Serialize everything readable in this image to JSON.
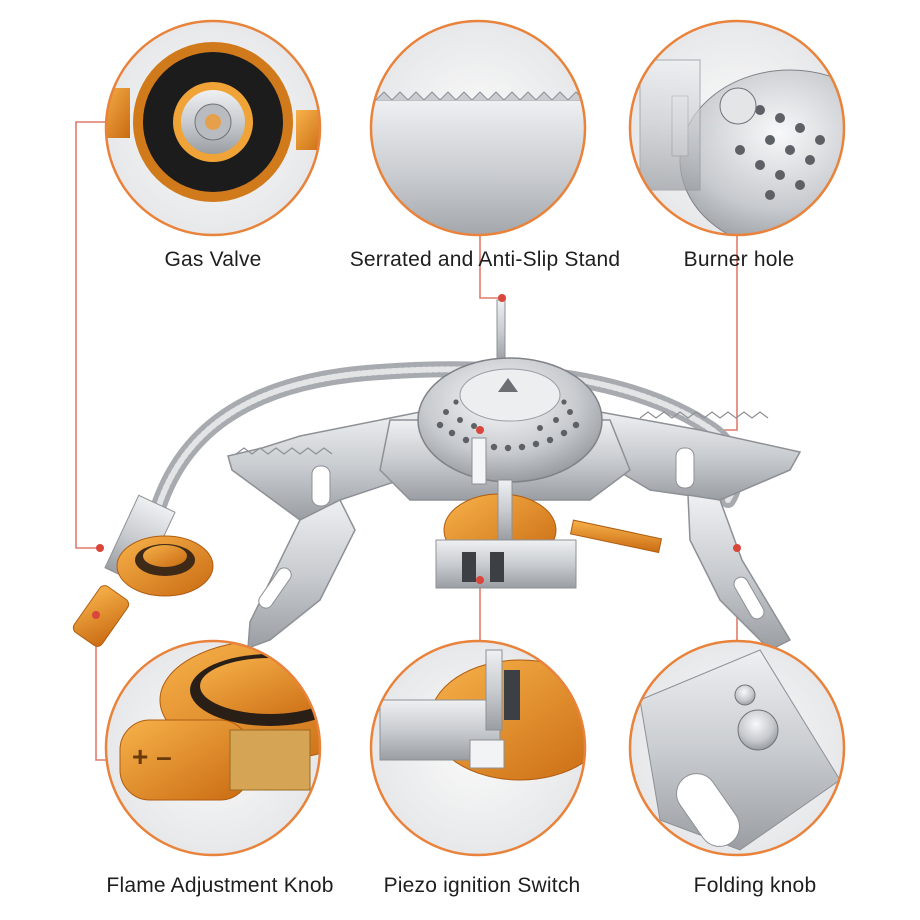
{
  "colors": {
    "accent": "#e9823a",
    "leader": "#e07b6a",
    "steel": "#c9ccd0",
    "steel_dark": "#8d9196",
    "brass": "#e8962c"
  },
  "callouts": [
    {
      "id": "gas-valve",
      "label": "Gas Valve"
    },
    {
      "id": "serrated-stand",
      "label": "Serrated and Anti-Slip Stand"
    },
    {
      "id": "burner-hole",
      "label": "Burner hole"
    },
    {
      "id": "flame-knob",
      "label": "Flame Adjustment Knob"
    },
    {
      "id": "piezo-switch",
      "label": "Piezo ignition Switch"
    },
    {
      "id": "folding-knob",
      "label": "Folding knob"
    }
  ]
}
